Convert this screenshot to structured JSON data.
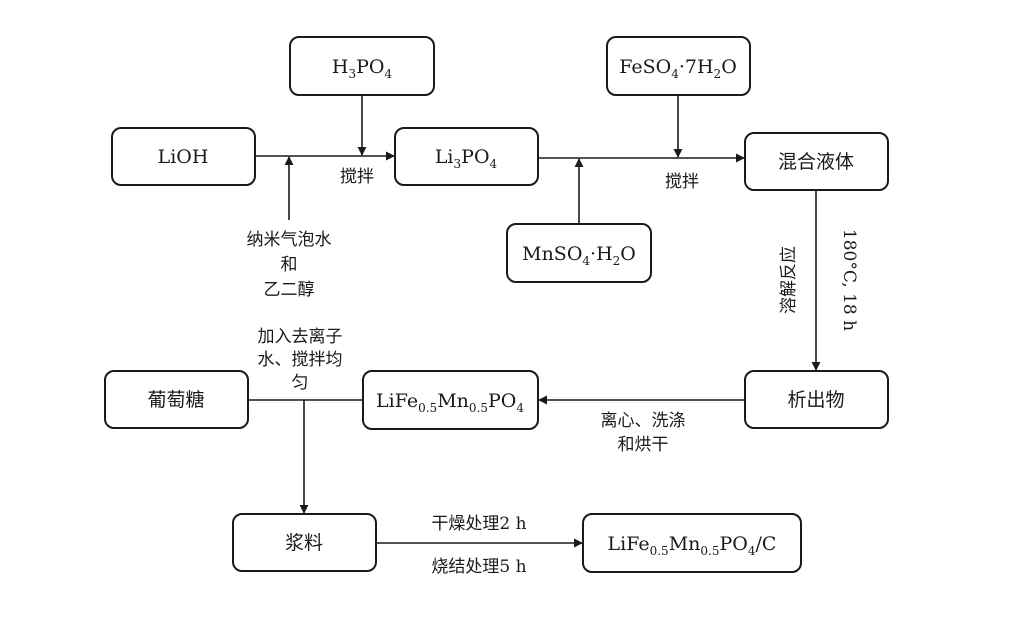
{
  "boxes": {
    "lioh": "LiOH",
    "h3po4": {
      "a": "H",
      "a_sub": "3",
      "b": "PO",
      "b_sub": "4"
    },
    "li3po4": {
      "a": "Li",
      "a_sub": "3",
      "b": "PO",
      "b_sub": "4"
    },
    "feso4": {
      "a": "FeSO",
      "a_sub": "4",
      "b": "·7H",
      "b_sub": "2",
      "c": "O"
    },
    "mnso4": {
      "a": "MnSO",
      "a_sub": "4",
      "b": "·H",
      "b_sub": "2",
      "c": "O"
    },
    "mixed_liquid": "混合液体",
    "precipitate": "析出物",
    "lifemnpo4": {
      "a": "LiFe",
      "a_sub": "0.5",
      "b": "Mn",
      "b_sub": "0.5",
      "c": "PO",
      "c_sub": "4"
    },
    "glucose": "葡萄糖",
    "slurry": "浆料",
    "product": {
      "a": "LiFe",
      "a_sub": "0.5",
      "b": "Mn",
      "b_sub": "0.5",
      "c": "PO",
      "c_sub": "4",
      "d": "/C"
    }
  },
  "labels": {
    "stir_1": "搅拌",
    "stir_2": "搅拌",
    "nanobubble_water": [
      "纳米气泡水",
      "和",
      "乙二醇"
    ],
    "solvothermal": "溶解反应",
    "conditions": "180°C, 18 h",
    "centrifuge": [
      "离心、洗涤",
      "和烘干"
    ],
    "add_water": [
      "加入去离子",
      "水、搅拌均",
      "匀"
    ],
    "drying": "干燥处理2 h",
    "sintering": "烧结处理5 h"
  }
}
